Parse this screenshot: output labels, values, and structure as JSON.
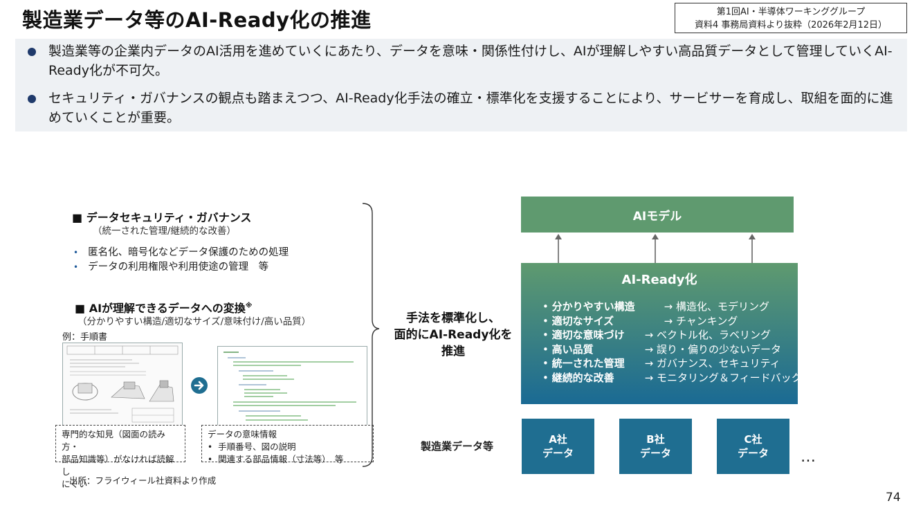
{
  "header": {
    "title": "製造業データ等のAI-Ready化の推進",
    "source_line1": "第1回AI・半導体ワーキンググループ",
    "source_line2": "資料4 事務局資料より抜粋（2026年2月12日）"
  },
  "summary": {
    "items": [
      "製造業等の企業内データのAI活用を進めていくにあたり、データを意味・関係性付けし、AIが理解しやすい高品質データとして管理していくAI-Ready化が不可欠。",
      "セキュリティ・ガバナンスの観点も踏まえつつ、AI-Ready化手法の確立・標準化を支援することにより、サービサーを育成し、取組を面的に進めていくことが重要。"
    ]
  },
  "left_panel": {
    "security": {
      "heading": "■ データセキュリティ・ガバナンス",
      "sub": "（統一された管理/継続的な改善）",
      "bullets": [
        "匿名化、暗号化などデータ保護のための処理",
        "データの利用権限や利用使途の管理　等"
      ]
    },
    "ai_conversion": {
      "heading": "■ AIが理解できるデータへの変換",
      "mark": "※",
      "sub": "（分かりやすい構造/適切なサイズ/意味付け/高い品質）"
    },
    "example_label": "例：手順書",
    "note_left": [
      "専門的な知見（図面の読み方・",
      "部品知識等）がなければ読解し",
      "にくい"
    ],
    "note_right_title": "データの意味情報",
    "note_right_items": [
      "手順番号、図の説明",
      "関連する部品情報（寸法等）　等"
    ],
    "source": "出所：フライウィール社資料より作成"
  },
  "center": {
    "line1": "手法を標準化し、",
    "line2": "面的にAI-Ready化を",
    "line3": "推進"
  },
  "right_panel": {
    "ai_model": "AIモデル",
    "ready_title": "AI-Ready化",
    "items": [
      {
        "name": "分かりやすい構造",
        "desc": "→ 構造化、モデリング"
      },
      {
        "name": "適切なサイズ",
        "desc": "→ チャンキング"
      },
      {
        "name": "適切な意味づけ",
        "desc": "→ ベクトル化、ラベリング"
      },
      {
        "name": "高い品質",
        "desc": "→ 誤り・偏りの少ないデータ"
      },
      {
        "name": "統一された管理",
        "desc": "→ ガバナンス、セキュリティ"
      },
      {
        "name": "継続的な改善",
        "desc": "→ モニタリング＆フィードバック"
      }
    ],
    "data_label": "製造業データ等",
    "companies": [
      {
        "l1": "A社",
        "l2": "データ"
      },
      {
        "l1": "B社",
        "l2": "データ"
      },
      {
        "l1": "C社",
        "l2": "データ"
      }
    ],
    "ellipsis": "…"
  },
  "page_number": "74",
  "colors": {
    "green": "#5f9a6f",
    "teal": "#1f6e91",
    "navy": "#1f3a6b"
  }
}
